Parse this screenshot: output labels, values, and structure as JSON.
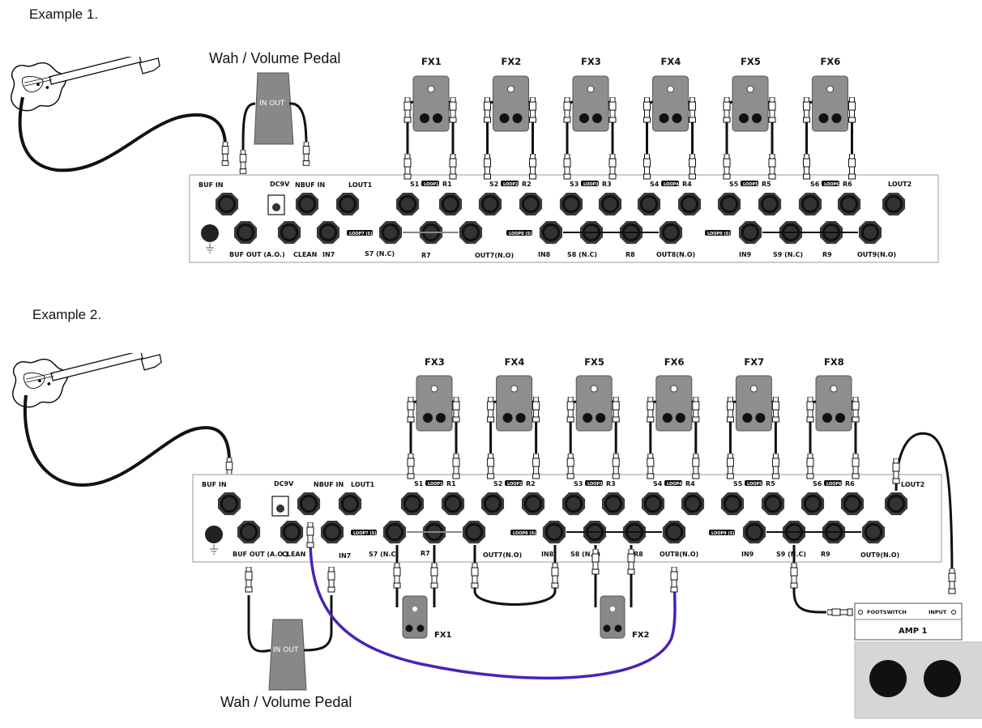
{
  "examples": [
    {
      "title": "Example 1.",
      "wah_label": "Wah / Volume Pedal",
      "wah_inout": "IN OUT",
      "fx_labels": [
        "FX1",
        "FX2",
        "FX3",
        "FX4",
        "FX5",
        "FX6"
      ]
    },
    {
      "title": "Example 2.",
      "wah_label": "Wah / Volume Pedal",
      "wah_inout": "IN OUT",
      "fx_labels": [
        "FX3",
        "FX4",
        "FX5",
        "FX6",
        "FX7",
        "FX8"
      ],
      "below_fx_labels": [
        "FX1",
        "FX2"
      ],
      "amp": {
        "footswitch": "FOOTSWITCH",
        "input": "INPUT",
        "title": "AMP 1"
      }
    }
  ],
  "board": {
    "top_labels": {
      "buf_in": "BUF IN",
      "dc": "DC9V",
      "nbuf_in": "NBUF IN",
      "lout1": "LOUT1",
      "lout2": "LOUT2"
    },
    "send_return": [
      [
        "S1",
        "LOOP1",
        "R1"
      ],
      [
        "S2",
        "LOOP2",
        "R2"
      ],
      [
        "S3",
        "LOOP3",
        "R3"
      ],
      [
        "S4",
        "LOOP4",
        "R4"
      ],
      [
        "S5",
        "LOOP5",
        "R5"
      ],
      [
        "S6",
        "LOOP6",
        "R6"
      ]
    ],
    "bottom_labels": {
      "buf_out": "BUF OUT (A.O.)",
      "clean": "CLEAN",
      "in7": "IN7",
      "s7": "S7 (N.C)",
      "r7": "R7",
      "out7": "OUT7(N.O)",
      "in8": "IN8",
      "s8": "S8 (N.C)",
      "r8": "R8",
      "out8": "OUT8(N.O)",
      "in9": "IN9",
      "s9": "S9 (N.C)",
      "r9": "R9",
      "out9": "OUT9(N.O)"
    },
    "loop_tags": [
      "LOOP7 (S)",
      "LOOP8 (S)",
      "LOOP9 (S)"
    ]
  }
}
